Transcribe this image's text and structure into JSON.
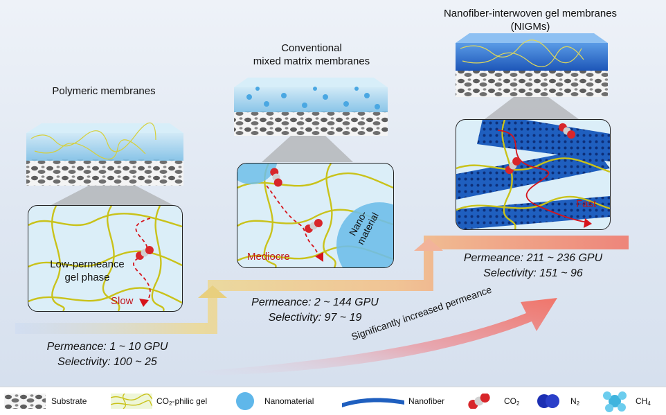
{
  "stages": [
    {
      "title": "Polymeric membranes",
      "inset_label_1": "Low-permeance",
      "inset_label_2": "gel phase",
      "speed": "Slow",
      "permeance": "Permeance: 1 ~ 10 GPU",
      "selectivity": "Selectivity: 100 ~ 25"
    },
    {
      "title_1": "Conventional",
      "title_2": "mixed matrix membranes",
      "nano_label_1": "Nano-",
      "nano_label_2": "material",
      "speed": "Mediocre",
      "permeance": "Permeance: 2 ~ 144 GPU",
      "selectivity": "Selectivity: 97 ~ 19"
    },
    {
      "title_1": "Nanofiber-interwoven gel membranes",
      "title_2": "(NIGMs)",
      "speed": "Fast",
      "permeance": "Permeance: 211 ~ 236 GPU",
      "selectivity": "Selectivity: 151 ~ 96"
    }
  ],
  "trend_arrow_label": "Significantly increased permeance",
  "legend": [
    {
      "icon": "substrate-icon",
      "label": "Substrate"
    },
    {
      "icon": "gel-icon",
      "label_main": "CO",
      "label_sub": "2",
      "label_rest": "-philic gel"
    },
    {
      "icon": "nanomaterial-icon",
      "label": "Nanomaterial"
    },
    {
      "icon": "nanofiber-icon",
      "label": "Nanofiber"
    },
    {
      "icon": "co2-molecule-icon",
      "label_main": "CO",
      "label_sub": "2"
    },
    {
      "icon": "n2-molecule-icon",
      "label_main": "N",
      "label_sub": "2"
    },
    {
      "icon": "ch4-molecule-icon",
      "label_main": "CH",
      "label_sub": "4"
    }
  ],
  "colors": {
    "gel_strand": "#c9c21a",
    "path_red": "#d6141c",
    "speed_text": "#c0161d",
    "nanomaterial": "#5fb7ea",
    "nanofiber": "#1f5fbf",
    "step_start": "#c9d8f3",
    "step_mid": "#f3d68a",
    "step_end": "#f07a6d"
  }
}
